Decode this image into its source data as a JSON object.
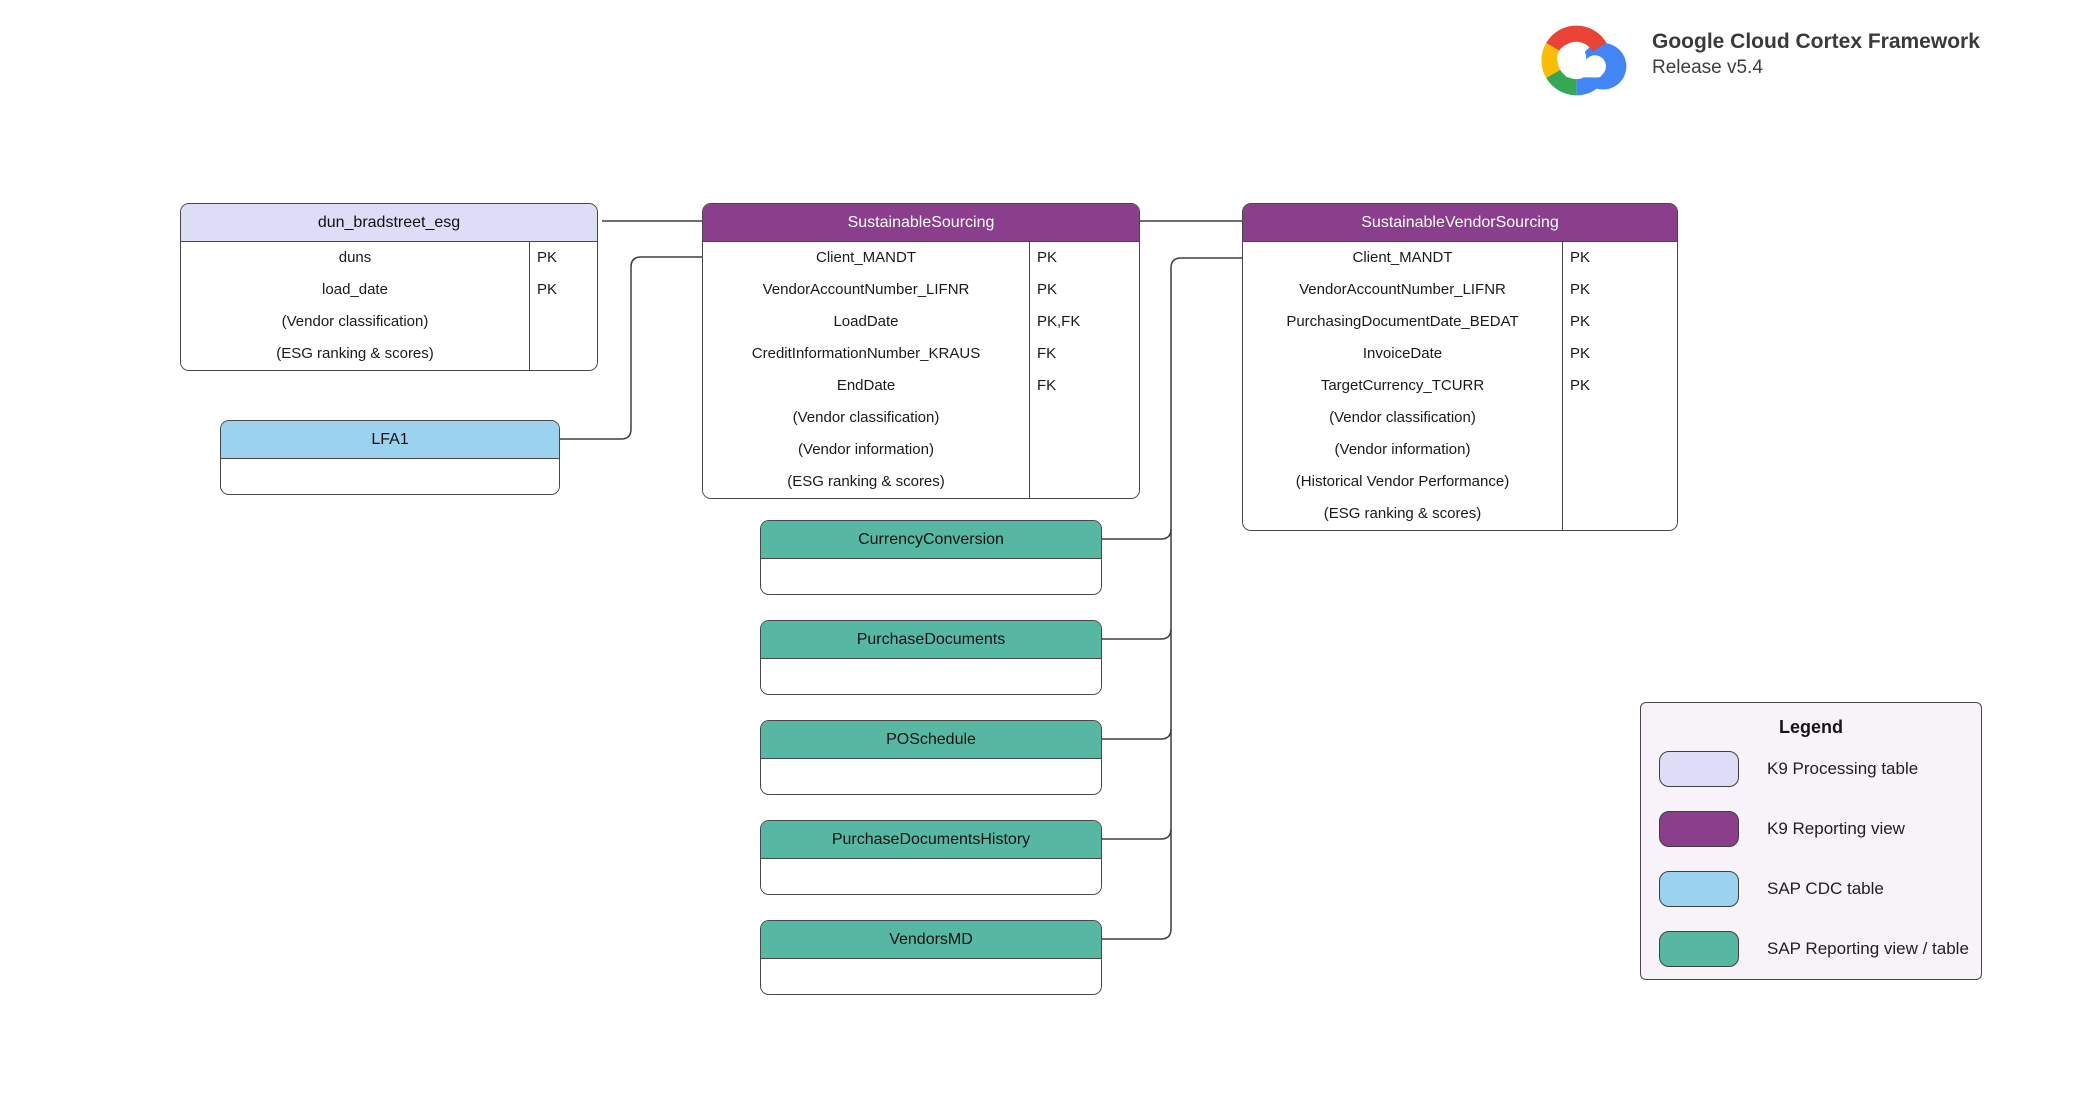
{
  "header": {
    "title": "Google Cloud Cortex Framework",
    "subtitle": "Release v5.4",
    "logo_icon": "google-cloud-logo"
  },
  "colors": {
    "k9_processing": "#DDDDF8",
    "k9_reporting": "#8A3E8C",
    "sap_cdc": "#9BD2F0",
    "sap_reporting": "#56B8A3",
    "wire": "#3f3f3f"
  },
  "tables": [
    {
      "title": "dun_bradstreet_esg",
      "type": "K9 Processing table",
      "color": "#DDDDF8",
      "fields": [
        {
          "name": "duns",
          "key": "PK"
        },
        {
          "name": "load_date",
          "key": "PK"
        },
        {
          "name": "(Vendor classification)",
          "key": ""
        },
        {
          "name": "(ESG ranking & scores)",
          "key": ""
        }
      ]
    },
    {
      "title": "SustainableSourcing",
      "type": "K9 Reporting view",
      "color": "#8A3E8C",
      "fields": [
        {
          "name": "Client_MANDT",
          "key": "PK"
        },
        {
          "name": "VendorAccountNumber_LIFNR",
          "key": "PK"
        },
        {
          "name": "LoadDate",
          "key": "PK,FK"
        },
        {
          "name": "CreditInformationNumber_KRAUS",
          "key": "FK"
        },
        {
          "name": "EndDate",
          "key": "FK"
        },
        {
          "name": "(Vendor classification)",
          "key": ""
        },
        {
          "name": "(Vendor information)",
          "key": ""
        },
        {
          "name": "(ESG ranking & scores)",
          "key": ""
        }
      ]
    },
    {
      "title": "SustainableVendorSourcing",
      "type": "K9 Reporting view",
      "color": "#8A3E8C",
      "fields": [
        {
          "name": "Client_MANDT",
          "key": "PK"
        },
        {
          "name": "VendorAccountNumber_LIFNR",
          "key": "PK"
        },
        {
          "name": "PurchasingDocumentDate_BEDAT",
          "key": "PK"
        },
        {
          "name": "InvoiceDate",
          "key": "PK"
        },
        {
          "name": "TargetCurrency_TCURR",
          "key": "PK"
        },
        {
          "name": "(Vendor classification)",
          "key": ""
        },
        {
          "name": "(Vendor information)",
          "key": ""
        },
        {
          "name": "(Historical Vendor Performance)",
          "key": ""
        },
        {
          "name": "(ESG ranking & scores)",
          "key": ""
        }
      ]
    },
    {
      "title": "LFA1",
      "type": "SAP CDC table",
      "color": "#9BD2F0",
      "fields": []
    },
    {
      "title": "CurrencyConversion",
      "type": "SAP Reporting view / table",
      "color": "#56B8A3",
      "fields": []
    },
    {
      "title": "PurchaseDocuments",
      "type": "SAP Reporting view / table",
      "color": "#56B8A3",
      "fields": []
    },
    {
      "title": "POSchedule",
      "type": "SAP Reporting view / table",
      "color": "#56B8A3",
      "fields": []
    },
    {
      "title": "PurchaseDocumentsHistory",
      "type": "SAP Reporting view / table",
      "color": "#56B8A3",
      "fields": []
    },
    {
      "title": "VendorsMD",
      "type": "SAP Reporting view / table",
      "color": "#56B8A3",
      "fields": []
    }
  ],
  "legend": {
    "title": "Legend",
    "items": [
      {
        "label": "K9 Processing table",
        "color": "#DDDDF8"
      },
      {
        "label": "K9 Reporting view",
        "color": "#8A3E8C"
      },
      {
        "label": "SAP CDC table",
        "color": "#9BD2F0"
      },
      {
        "label": "SAP Reporting view / table",
        "color": "#56B8A3"
      }
    ]
  }
}
